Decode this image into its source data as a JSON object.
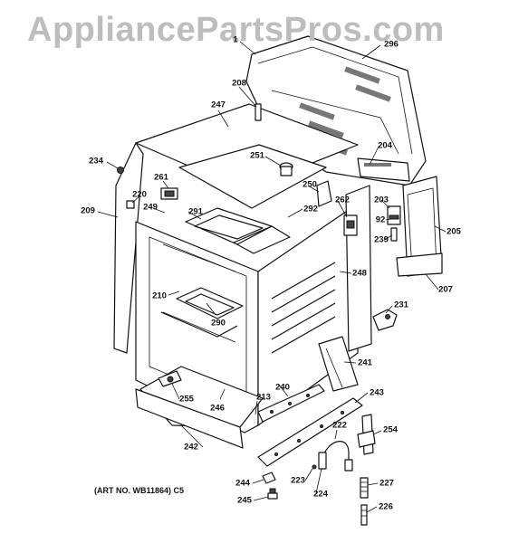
{
  "watermark": "AppliancePartsPros.com",
  "art_number": "(ART NO. WB11864) C5",
  "callouts": {
    "c1": "1",
    "c296": "296",
    "c208": "208",
    "c247": "247",
    "c204": "204",
    "c251": "251",
    "c234": "234",
    "c261": "261",
    "c250": "250",
    "c220": "220",
    "c262": "262",
    "c203": "203",
    "c209": "209",
    "c249": "249",
    "c291": "291",
    "c292": "292",
    "c92": "92",
    "c205": "205",
    "c239": "239",
    "c248": "248",
    "c207": "207",
    "c210": "210",
    "c231": "231",
    "c290": "290",
    "c241": "241",
    "c255": "255",
    "c240": "240",
    "c243": "243",
    "c213": "213",
    "c246": "246",
    "c222": "222",
    "c254": "254",
    "c242": "242",
    "c227": "227",
    "c223": "223",
    "c244": "244",
    "c224": "224",
    "c245": "245",
    "c226": "226"
  }
}
